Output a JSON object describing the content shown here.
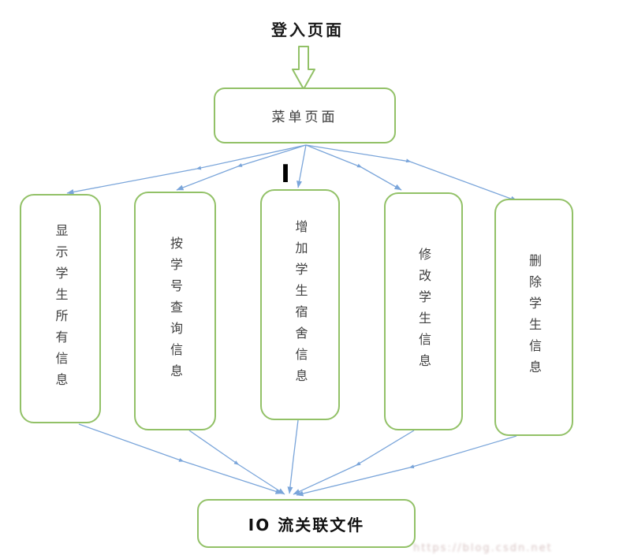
{
  "title": "登入页面",
  "menu_box": {
    "label": "菜单页面"
  },
  "branch_boxes": [
    {
      "label": "显示学生所有信息"
    },
    {
      "label": "按学号查询信息"
    },
    {
      "label": "增加学生宿舍信息"
    },
    {
      "label": "修改学生信息"
    },
    {
      "label": "删除学生信息"
    }
  ],
  "io_box": {
    "label": "IO 流关联文件"
  },
  "separator_mark": "I",
  "watermark": "https://blog.csdn.net",
  "colors": {
    "box_border": "#92c167",
    "connector_arrow": "#7aa5da",
    "block_arrow_outline": "#92c167"
  }
}
